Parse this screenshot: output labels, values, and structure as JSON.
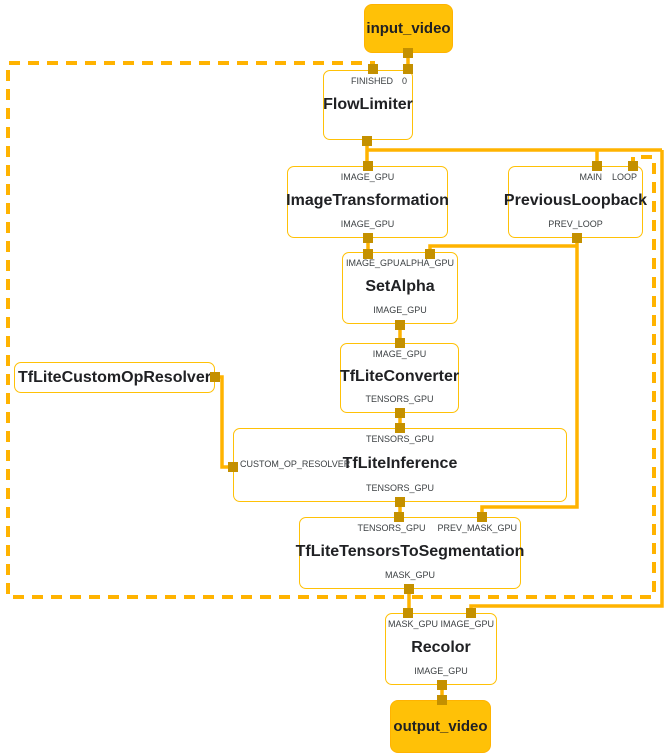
{
  "colors": {
    "edge": "#FFB300",
    "node_border": "#FFC107",
    "io_node_fill": "#FFC107",
    "port_square": "#C49000",
    "title_text": "#202124",
    "port_label_text": "#3C4043"
  },
  "nodes": {
    "input_video": {
      "label": "input_video"
    },
    "flow_limiter": {
      "label": "FlowLimiter",
      "inputs": {
        "finished": "FINISHED",
        "frame": "0"
      }
    },
    "image_transformation": {
      "label": "ImageTransformation",
      "input": "IMAGE_GPU",
      "output": "IMAGE_GPU"
    },
    "previous_loopback": {
      "label": "PreviousLoopback",
      "inputs": {
        "main": "MAIN",
        "loop": "LOOP"
      },
      "output": "PREV_LOOP"
    },
    "set_alpha": {
      "label": "SetAlpha",
      "inputs": {
        "image": "IMAGE_GPU",
        "alpha": "ALPHA_GPU"
      },
      "output": "IMAGE_GPU"
    },
    "tflite_converter": {
      "label": "TfLiteConverter",
      "input": "IMAGE_GPU",
      "output": "TENSORS_GPU"
    },
    "tflite_custom_op_resolver": {
      "label": "TfLiteCustomOpResolver"
    },
    "tflite_inference": {
      "label": "TfLiteInference",
      "inputs": {
        "tensors": "TENSORS_GPU",
        "resolver": "CUSTOM_OP_RESOLVER"
      },
      "output": "TENSORS_GPU"
    },
    "tflite_tensors_to_segmentation": {
      "label": "TfLiteTensorsToSegmentation",
      "inputs": {
        "tensors": "TENSORS_GPU",
        "prev_mask": "PREV_MASK_GPU"
      },
      "output": "MASK_GPU"
    },
    "recolor": {
      "label": "Recolor",
      "inputs": {
        "mask": "MASK_GPU",
        "image": "IMAGE_GPU"
      },
      "output": "IMAGE_GPU"
    },
    "output_video": {
      "label": "output_video"
    }
  },
  "edges": [
    {
      "from": "input_video",
      "to": "FlowLimiter:0",
      "style": "solid"
    },
    {
      "from": "FlowLimiter",
      "to": "ImageTransformation:IMAGE_GPU",
      "style": "solid"
    },
    {
      "from": "FlowLimiter",
      "to": "PreviousLoopback:MAIN",
      "style": "solid"
    },
    {
      "from": "FlowLimiter",
      "to": "Recolor:IMAGE_GPU",
      "style": "solid"
    },
    {
      "from": "ImageTransformation:IMAGE_GPU",
      "to": "SetAlpha:IMAGE_GPU",
      "style": "solid"
    },
    {
      "from": "PreviousLoopback:PREV_LOOP",
      "to": "SetAlpha:ALPHA_GPU",
      "style": "solid"
    },
    {
      "from": "PreviousLoopback:PREV_LOOP",
      "to": "TfLiteTensorsToSegmentation:PREV_MASK_GPU",
      "style": "solid"
    },
    {
      "from": "SetAlpha:IMAGE_GPU",
      "to": "TfLiteConverter:IMAGE_GPU",
      "style": "solid"
    },
    {
      "from": "TfLiteConverter:TENSORS_GPU",
      "to": "TfLiteInference:TENSORS_GPU",
      "style": "solid"
    },
    {
      "from": "TfLiteCustomOpResolver",
      "to": "TfLiteInference:CUSTOM_OP_RESOLVER",
      "style": "solid"
    },
    {
      "from": "TfLiteInference:TENSORS_GPU",
      "to": "TfLiteTensorsToSegmentation:TENSORS_GPU",
      "style": "solid"
    },
    {
      "from": "TfLiteTensorsToSegmentation:MASK_GPU",
      "to": "Recolor:MASK_GPU",
      "style": "solid"
    },
    {
      "from": "TfLiteTensorsToSegmentation:MASK_GPU",
      "to": "FlowLimiter:FINISHED",
      "style": "dashed"
    },
    {
      "from": "TfLiteTensorsToSegmentation:MASK_GPU",
      "to": "PreviousLoopback:LOOP",
      "style": "dashed"
    },
    {
      "from": "Recolor:IMAGE_GPU",
      "to": "output_video",
      "style": "solid"
    }
  ]
}
